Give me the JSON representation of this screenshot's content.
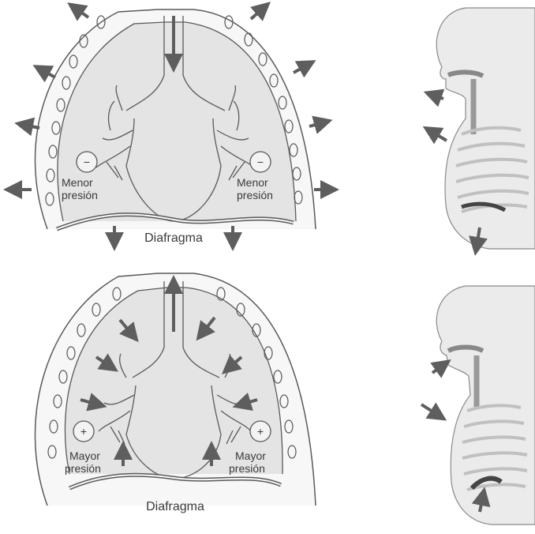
{
  "colors": {
    "outline": "#5a5a5a",
    "lung_fill": "#e4e4e4",
    "cavity_fill": "#f3f3f3",
    "arrow": "#5e5e5e",
    "body_fill": "#ebebeb",
    "rib": "#c9c9c9"
  },
  "panels": [
    {
      "id": "inspiration",
      "left_label": [
        "Menor",
        "presión"
      ],
      "right_label": [
        "Menor",
        "presión"
      ],
      "pressure_symbol": "−",
      "diaphragm_label": "Diafragma"
    },
    {
      "id": "expiration",
      "left_label": [
        "Mayor",
        "presión"
      ],
      "right_label": [
        "Mayor",
        "presión"
      ],
      "pressure_symbol": "+",
      "diaphragm_label": "Diafragma"
    }
  ],
  "icons": {
    "arrow": "arrow-icon",
    "body": "torso-profile-icon"
  }
}
